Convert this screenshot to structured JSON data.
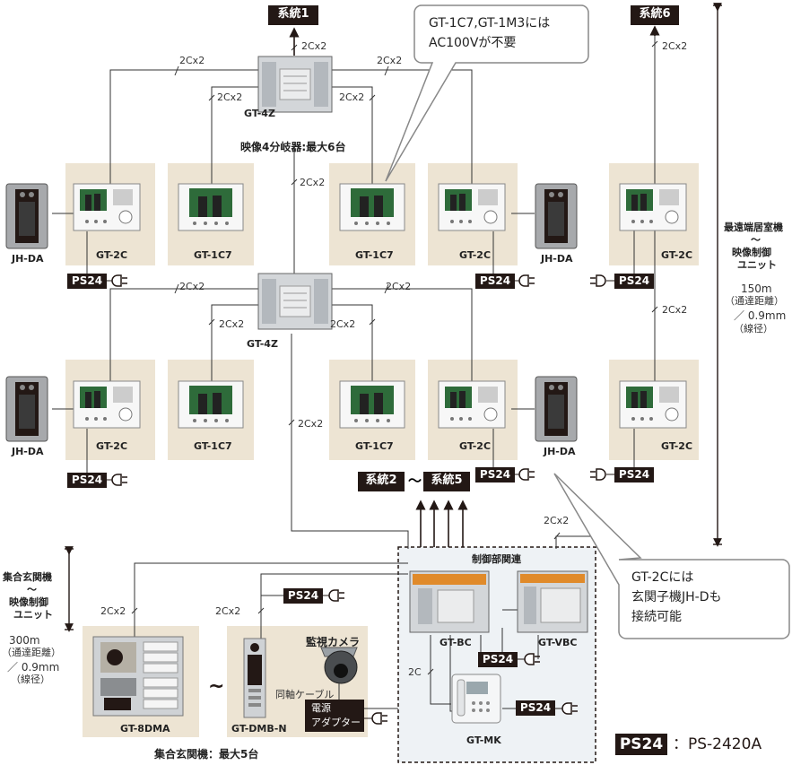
{
  "systems": {
    "s1": "系統1",
    "s6": "系統6",
    "s2": "系統2",
    "tilde": "〜",
    "s5": "系統5"
  },
  "callouts": {
    "top_line1": "GT-1C7,GT-1M3には",
    "top_line2": "AC100Vが不要",
    "right_line1": "GT-2Cには",
    "right_line2": "玄関子機JH-Dも",
    "right_line3": "接続可能"
  },
  "cable": {
    "c2x2": "2Cx2",
    "c2": "2C",
    "coax": "同軸ケーブル"
  },
  "models": {
    "gt4z": "GT-4Z",
    "gt2c": "GT-2C",
    "gt1c7": "GT-1C7",
    "jhda": "JH-DA",
    "gtbc": "GT-BC",
    "gtvbc": "GT-VBC",
    "gtmk": "GT-MK",
    "gt8dma": "GT-8DMA",
    "gtdmbn": "GT-DMB-N"
  },
  "ps24": "PS24",
  "texts": {
    "splitter_note": "映像4分岐器:最大6台",
    "control_group": "制御部関連",
    "camera": "監視カメラ",
    "adapter_l1": "電源",
    "adapter_l2": "アダプター",
    "entrance_max": "集合玄関機：最大5台",
    "legend_desc": "：PS-2420A",
    "right_dist": [
      "最遠端居室機",
      "〜",
      "映像制御",
      "ユニット",
      "150m",
      "（通達距離）",
      "／ 0.9mm",
      "（線径）"
    ],
    "left_dist": [
      "集合玄関機",
      "〜",
      "映像制御",
      "ユニット",
      "300m",
      "（通達距離）",
      "／ 0.9mm",
      "（線径）"
    ]
  },
  "colors": {
    "panel": "#ede4d3",
    "black": "#231815",
    "line": "#333333",
    "screen": "#2e6b3a"
  }
}
